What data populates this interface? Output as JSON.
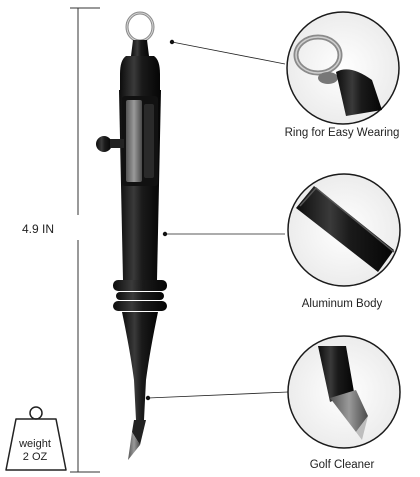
{
  "dimension": {
    "length_label": "4.9 IN"
  },
  "weight": {
    "line1": "weight",
    "line2": "2 OZ"
  },
  "features": [
    {
      "label": "Ring for Easy Wearing"
    },
    {
      "label": "Aluminum Body"
    },
    {
      "label": "Golf Cleaner"
    }
  ],
  "colors": {
    "pen_body": "#1c1c1c",
    "mechanism": "#6f6f6f",
    "ring": "#8a8a8a",
    "circle_border": "#1a1a1a"
  }
}
